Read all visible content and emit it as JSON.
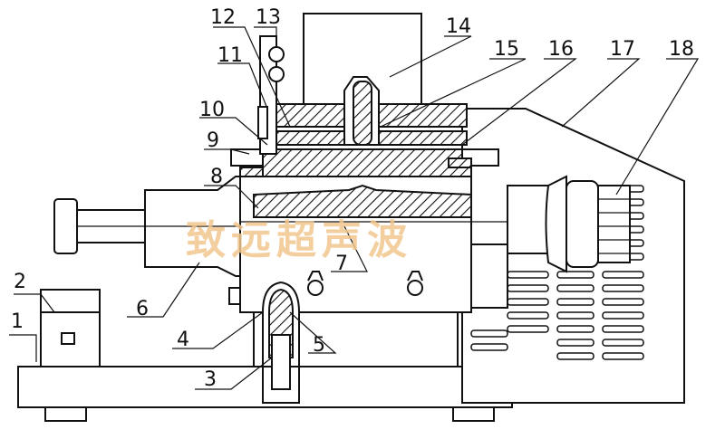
{
  "labels": [
    "1",
    "2",
    "3",
    "4",
    "5",
    "6",
    "7",
    "8",
    "9",
    "10",
    "11",
    "12",
    "13",
    "14",
    "15",
    "16",
    "17",
    "18"
  ],
  "watermark": "致远超声波"
}
